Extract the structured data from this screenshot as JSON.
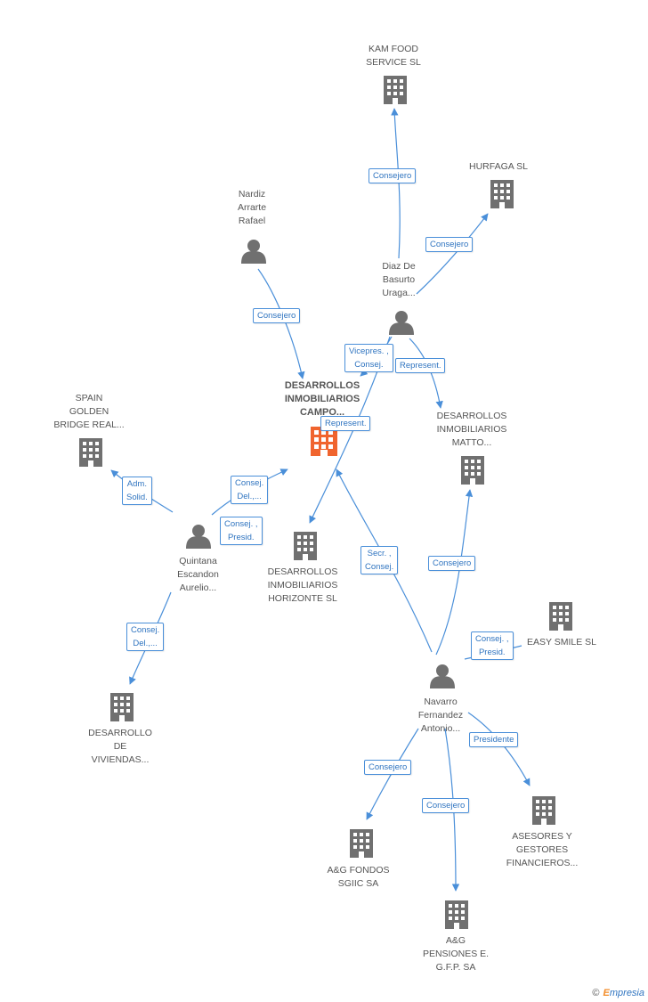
{
  "colors": {
    "edge": "#4a8fd9",
    "icon": "#707070",
    "main_icon": "#f0642e"
  },
  "nodes": {
    "kam_food": "KAM FOOD\nSERVICE  SL",
    "hurfaga": "HURFAGA SL",
    "nardiz": "Nardiz\nArrarte\nRafael",
    "diaz": "Diaz De\nBasurto\nUraga...",
    "main": "DESARROLLOS\nINMOBILIARIOS\nCAMPO...",
    "spain_golden": "SPAIN\nGOLDEN\nBRIDGE REAL...",
    "matto": "DESARROLLOS\nINMOBILIARIOS\nMATTO...",
    "quintana": "Quintana\nEscandon\nAurelio...",
    "horizonte": "DESARROLLOS\nINMOBILIARIOS\nHORIZONTE SL",
    "easy_smile": "EASY SMILE SL",
    "navarro": "Navarro\nFernandez\nAntonio...",
    "viviendas": "DESARROLLO\nDE\nVIVIENDAS...",
    "asesores": "ASESORES Y\nGESTORES\nFINANCIEROS...",
    "ag_fondos": "A&G FONDOS\nSGIIC SA",
    "ag_pensiones": "A&G\nPENSIONES E.\nG.F.P. SA"
  },
  "edges": {
    "diaz_kam": "Consejero",
    "diaz_hurfaga": "Consejero",
    "nardiz_main": "Consejero",
    "diaz_main": "Vicepres. ,\nConsej.",
    "diaz_matto": "Represent.",
    "diaz_horizonte": "Represent.",
    "quintana_spain": "Adm.\nSolid.",
    "quintana_main": "Consej.\nDel.,...",
    "quintana_horizonte": "Consej. ,\nPresid.",
    "quintana_viviendas": "Consej.\nDel.,...",
    "navarro_main": "Secr. ,\nConsej.",
    "navarro_matto": "Consejero",
    "navarro_easy": "Consej. ,\nPresid.",
    "navarro_asesores": "Presidente",
    "navarro_fondos": "Consejero",
    "navarro_pensiones": "Consejero"
  },
  "brand": {
    "copyright": "©",
    "name_first": "E",
    "name_rest": "mpresia"
  }
}
